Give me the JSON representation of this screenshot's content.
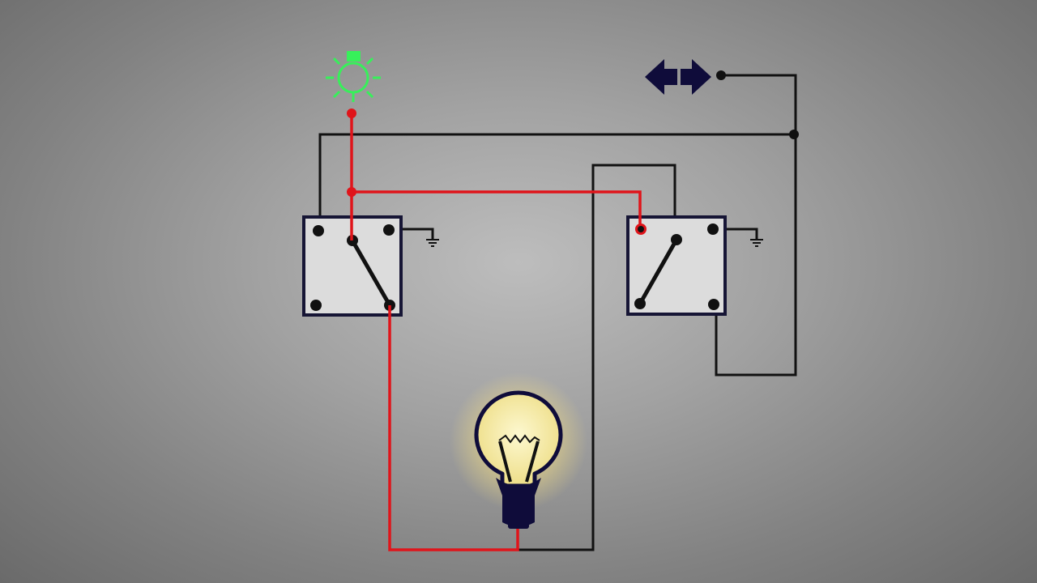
{
  "diagram": {
    "type": "two-way switch wiring circuit",
    "components": [
      {
        "id": "live-indicator",
        "icon": "light-symbol-icon",
        "color": "#37f05a"
      },
      {
        "id": "direction-arrows",
        "icon": "double-arrow-icon",
        "color": "#0f0c3a"
      },
      {
        "id": "switch-1",
        "icon": "switch-icon",
        "state": "upper-centre terminal to lower-right terminal"
      },
      {
        "id": "switch-2",
        "icon": "switch-icon",
        "state": "upper-centre terminal to lower-left terminal"
      },
      {
        "id": "lamp",
        "icon": "light-bulb-icon",
        "state": "lit"
      }
    ],
    "colors": {
      "live_wire": "#e0141a",
      "neutral_wire": "#111111",
      "switch_frame": "#161535",
      "switch_face": "#dcdcdc",
      "bulb_glass": "#f3eca0",
      "bulb_base": "#0f0c3a",
      "indicator": "#37f05a"
    }
  }
}
